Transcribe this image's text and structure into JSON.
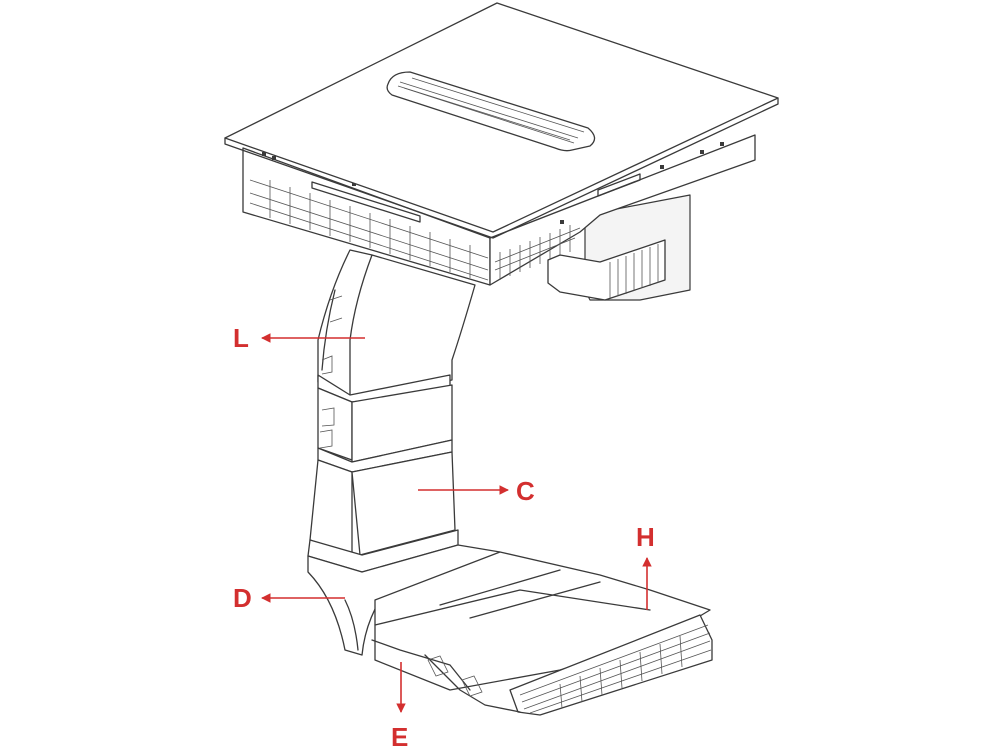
{
  "labels": {
    "L": "L",
    "C": "C",
    "H": "H",
    "D": "D",
    "E": "E"
  },
  "colors": {
    "arrow": "#d32f2f",
    "line": "#3a3a3a",
    "background": "#ffffff"
  }
}
